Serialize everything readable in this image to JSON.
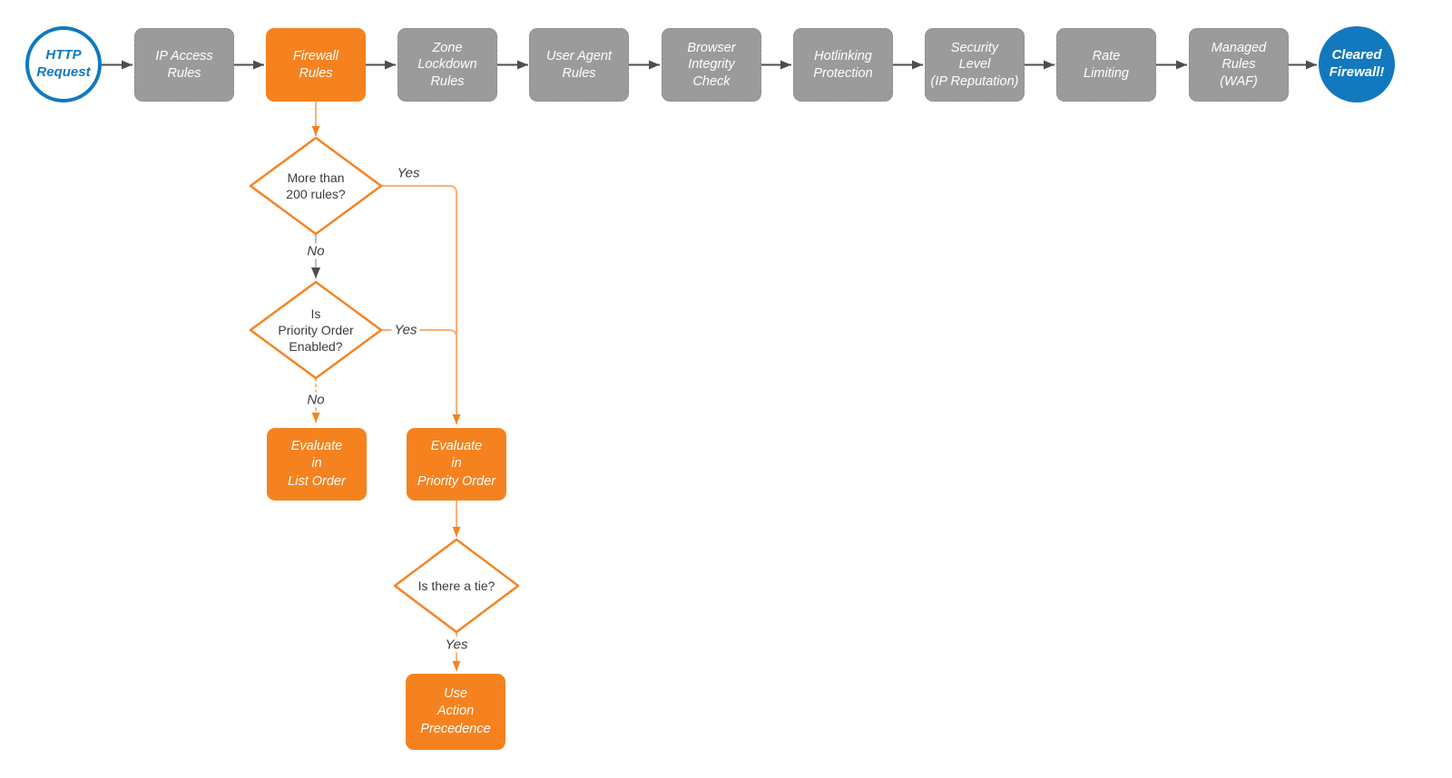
{
  "colors": {
    "orange": "#F6821F",
    "orange_line": "#F9A468",
    "gray_box": "#9B9B9B",
    "gray_box_border": "#8A8A8A",
    "arrow_gray": "#4D4D4D",
    "gray_line": "#B3B3B3",
    "blue": "#1279BE",
    "text_dark": "#3B3B3B"
  },
  "flow": {
    "start": {
      "label": "HTTP\nRequest"
    },
    "stages": [
      {
        "label": "IP Access\nRules",
        "type": "gray"
      },
      {
        "label": "Firewall\nRules",
        "type": "orange"
      },
      {
        "label": "Zone\nLockdown\nRules",
        "type": "gray"
      },
      {
        "label": "User Agent\nRules",
        "type": "gray"
      },
      {
        "label": "Browser\nIntegrity\nCheck",
        "type": "gray"
      },
      {
        "label": "Hotlinking\nProtection",
        "type": "gray"
      },
      {
        "label": "Security\nLevel\n(IP Reputation)",
        "type": "gray"
      },
      {
        "label": "Rate\nLimiting",
        "type": "gray"
      },
      {
        "label": "Managed\nRules\n(WAF)",
        "type": "gray"
      }
    ],
    "end": {
      "label": "Cleared\nFirewall!"
    }
  },
  "decisions": [
    {
      "label": "More than\n200 rules?",
      "yes": "Yes",
      "no": "No"
    },
    {
      "label": "Is\nPriority Order\nEnabled?",
      "yes": "Yes",
      "no": "No"
    },
    {
      "label": "Is there a tie?",
      "yes": "Yes"
    }
  ],
  "actions": [
    {
      "label": "Evaluate\nin\nList Order"
    },
    {
      "label": "Evaluate\nin\nPriority Order"
    },
    {
      "label": "Use\nAction\nPrecedence"
    }
  ]
}
